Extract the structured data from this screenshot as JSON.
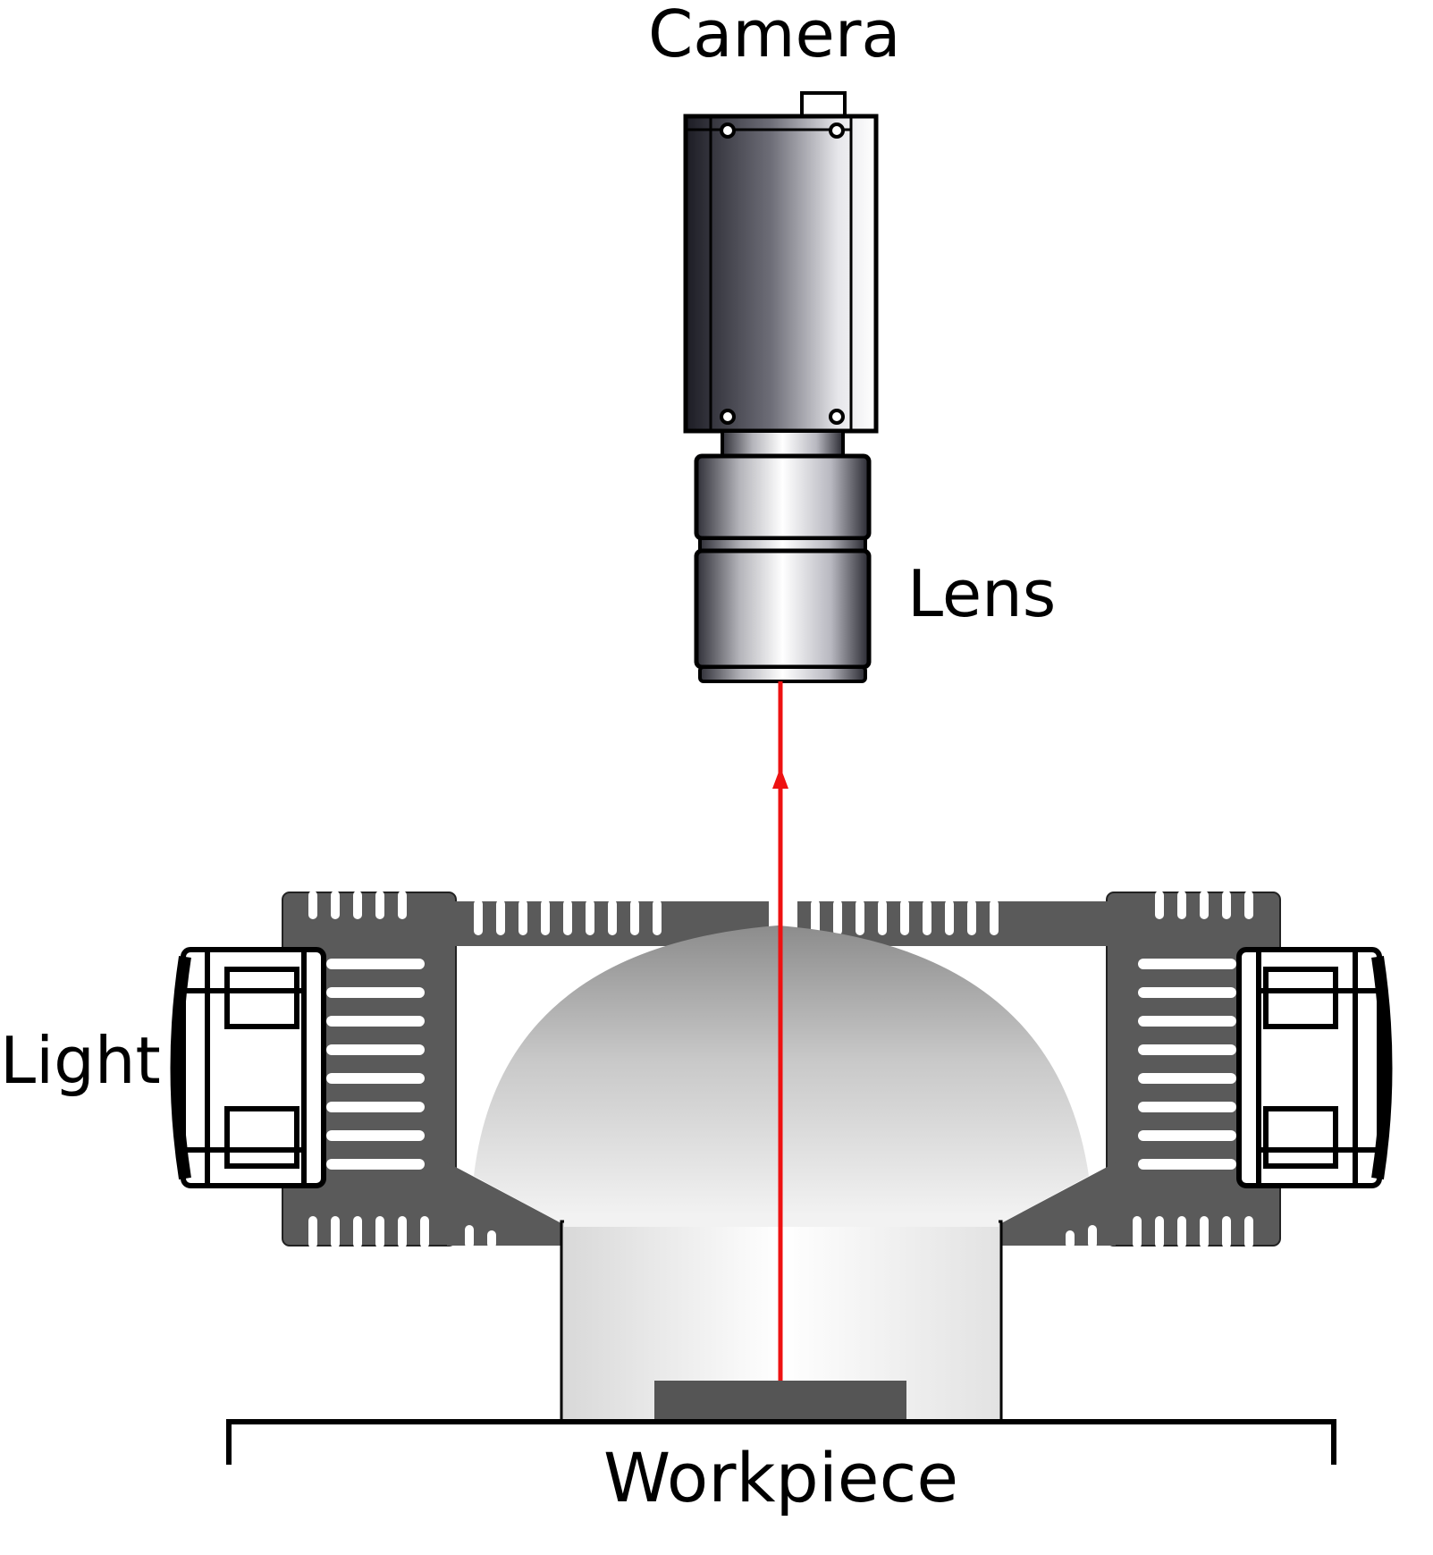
{
  "labels": {
    "camera": "Camera",
    "lens": "Lens",
    "light": "Light",
    "workpiece": "Workpiece"
  },
  "colors": {
    "beam": "#ee1111",
    "housing": "#5a5a5a",
    "outline": "#000000",
    "sample": "#555555"
  },
  "icons": {
    "camera": "camera-body-icon",
    "lens": "lens-icon",
    "light": "dome-light-icon"
  }
}
